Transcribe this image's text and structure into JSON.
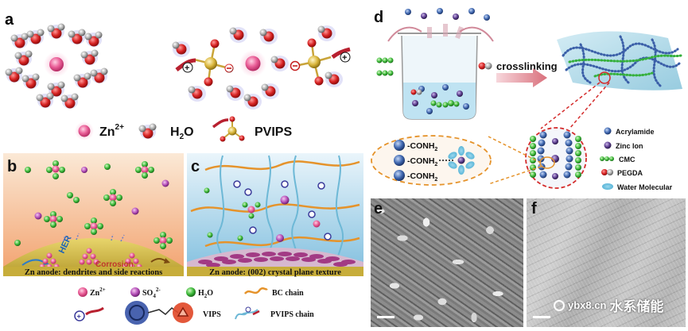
{
  "panels": {
    "a": {
      "tag": "a"
    },
    "b": {
      "tag": "b",
      "caption": "Zn anode: dendrites and side reactions",
      "her": "HER",
      "corrosion": "Corrosion"
    },
    "c": {
      "tag": "c",
      "caption": "Zn anode: (002) crystal plane texture"
    },
    "d": {
      "tag": "d",
      "arrow_label": "crosslinking",
      "group1": "-CONH",
      "group1_sub": "2",
      "group2": "-CONH",
      "group2_sub": "2",
      "group3": "-CONH",
      "group3_sub": "2"
    },
    "e": {
      "tag": "e"
    },
    "f": {
      "tag": "f"
    }
  },
  "legend_a": {
    "zn_label": "Zn",
    "zn_sup": "2+",
    "h2o_label": "H",
    "h2o_sub": "2",
    "h2o_tail": "O",
    "pvips_label": "PVIPS"
  },
  "legend_bc": {
    "zn": "Zn",
    "zn_sup": "2+",
    "so4": "SO",
    "so4_sub": "4",
    "so4_sup": "2-",
    "h2o": "H",
    "h2o_sub": "2",
    "h2o_tail": "O",
    "bc": "BC chain",
    "vips": "VIPS",
    "pvips": "PVIPS chain"
  },
  "legend_d": [
    "Acrylamide",
    "Zinc Ion",
    "CMC",
    "PEGDA",
    "Water Molecular"
  ],
  "watermark": {
    "site": "ybx8.cn",
    "text": "水系储能"
  },
  "colors": {
    "zn": "#e04b86",
    "oxygen": "#d42b2b",
    "hydrogen": "#9a9a9a",
    "sulfur": "#d8b63a",
    "acrylamide": "#3b5fa8",
    "zinc_ion": "#5b3d8f",
    "cmc": "#35b03c",
    "bc_chain": "#e5932b"
  }
}
